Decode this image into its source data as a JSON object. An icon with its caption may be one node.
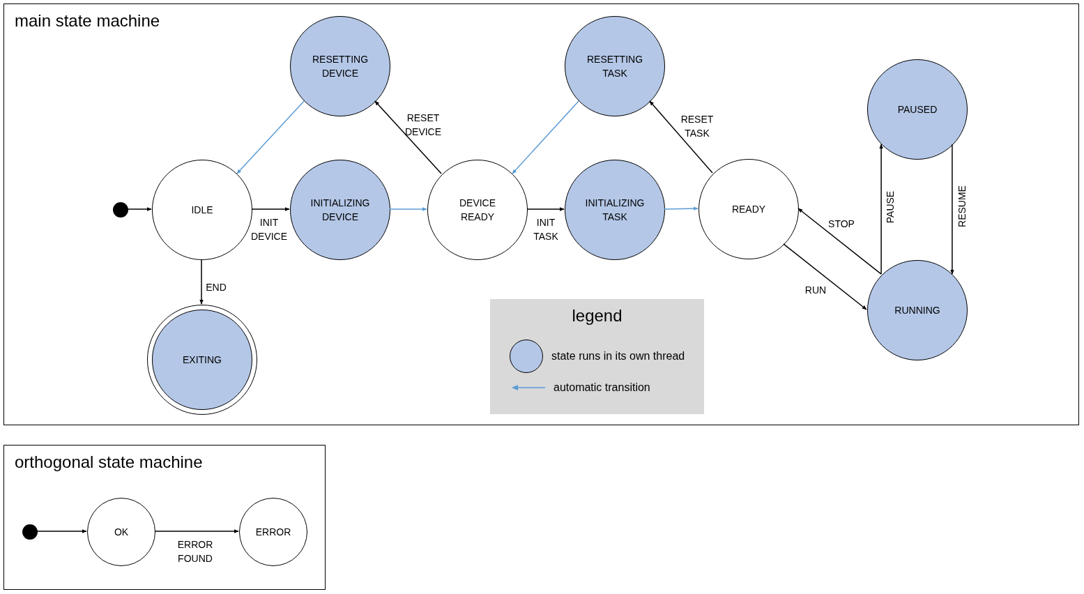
{
  "diagram": {
    "nodes": [
      {
        "text": [
          "main state machine"
        ]
      },
      {
        "text": [],
        "shape": "circle",
        "in": 0
      },
      {
        "text": [
          "IDLE"
        ],
        "in": 0
      },
      {
        "text": [
          "INITIALIZING DEVICE"
        ],
        "in": 0
      },
      {
        "text": [
          "RESETTING DEVICE"
        ],
        "in": 0
      },
      {
        "text": [
          "DEVICE READY"
        ],
        "in": 0
      },
      {
        "text": [
          "INITIALIZING TASK"
        ],
        "in": 0
      },
      {
        "text": [
          "RESETTING TASK"
        ],
        "in": 0
      },
      {
        "text": [
          "READY"
        ],
        "in": 0
      },
      {
        "text": [
          "PAUSED"
        ],
        "in": 0
      },
      {
        "text": [
          "RUNNING"
        ],
        "in": 0
      },
      {
        "text": [
          "EXITING"
        ],
        "in": 0
      },
      {
        "text": [
          "orthogonal state machine"
        ]
      },
      {
        "text": [],
        "shape": "circle",
        "in": 12
      },
      {
        "text": [
          "OK"
        ],
        "in": 12
      },
      {
        "text": [
          "ERROR"
        ],
        "in": 12
      }
    ],
    "edges": [
      {
        "from": 1,
        "to": 2,
        "arrow": "to"
      },
      {
        "from": 2,
        "to": 3,
        "arrow": "to",
        "label": "INIT DEVICE"
      },
      {
        "from": 3,
        "to": 5,
        "arrow": "to",
        "color": "#5b9bd5"
      },
      {
        "from": 5,
        "to": 4,
        "arrow": "to",
        "label": "RESET DEVICE"
      },
      {
        "from": 4,
        "to": 2,
        "arrow": "to",
        "color": "#5b9bd5"
      },
      {
        "from": 5,
        "to": 6,
        "arrow": "to",
        "label": "INIT TASK"
      },
      {
        "from": 6,
        "to": 8,
        "arrow": "to",
        "color": "#5b9bd5"
      },
      {
        "from": 8,
        "to": 7,
        "arrow": "to",
        "label": "RESET TASK"
      },
      {
        "from": 7,
        "to": 5,
        "arrow": "to",
        "color": "#5b9bd5"
      },
      {
        "from": 8,
        "to": 10,
        "arrow": "to",
        "label": "RUN"
      },
      {
        "from": 10,
        "to": 8,
        "arrow": "to",
        "label": "STOP"
      },
      {
        "from": 10,
        "to": 9,
        "arrow": "to",
        "label": "PAUSE"
      },
      {
        "from": 9,
        "to": 10,
        "arrow": "to",
        "label": "RESUME"
      },
      {
        "from": 2,
        "to": 11,
        "arrow": "to",
        "label": "END"
      },
      {
        "from": 13,
        "to": 14,
        "arrow": "to"
      },
      {
        "from": 14,
        "to": 15,
        "arrow": "to",
        "label": "ERROR FOUND"
      }
    ],
    "labels": [
      "legend"
    ],
    "legend": [
      {
        "text": "state runs in its own thread",
        "color": "#b4c7e7"
      },
      {
        "text": "automatic transition"
      }
    ]
  }
}
